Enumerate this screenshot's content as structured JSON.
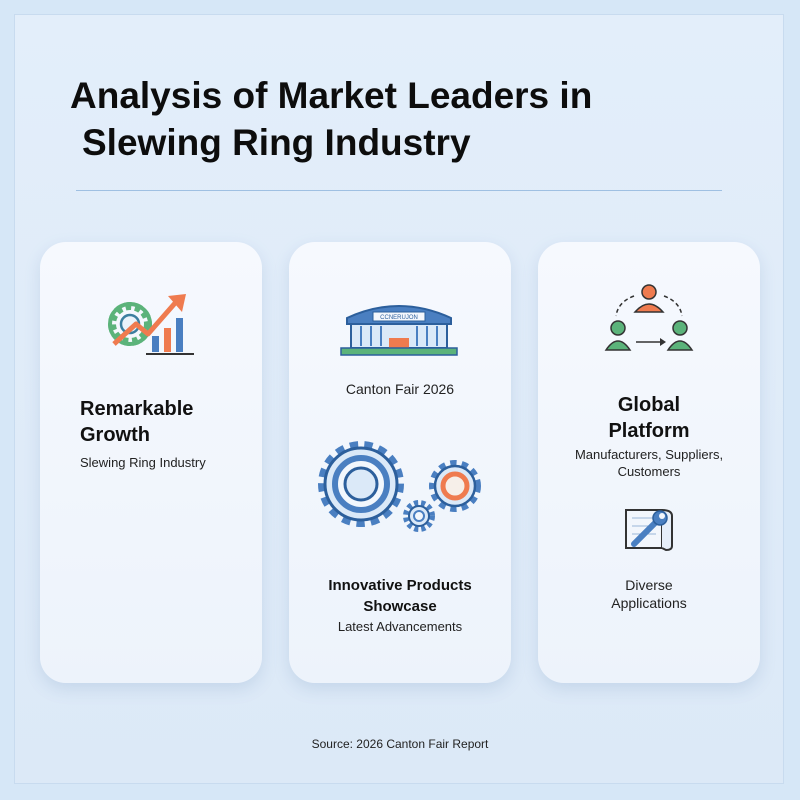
{
  "title": {
    "line1": "Analysis of Market Leaders in",
    "line2": "Slewing Ring Industry"
  },
  "cards": [
    {
      "heading_line1": "Remarkable",
      "heading_line2": "Growth",
      "subtitle": "Slewing Ring Industry",
      "icon": "gear-growth-chart-icon"
    },
    {
      "building_sign": "CCNERUJON",
      "building_label": "Canton Fair 2026",
      "heading_line1": "Innovative Products",
      "heading_line2": "Showcase",
      "subtitle": "Latest Advancements",
      "icons": [
        "convention-center-icon",
        "gears-icon"
      ]
    },
    {
      "heading_line1": "Global",
      "heading_line2": "Platform",
      "subtitle_line1": "Manufacturers, Suppliers,",
      "subtitle_line2": "Customers",
      "apps_line1": "Diverse",
      "apps_line2": "Applications",
      "icons": [
        "network-people-icon",
        "wrench-blueprint-icon"
      ]
    }
  ],
  "source": "Source: 2026 Canton Fair Report",
  "colors": {
    "blue": "#4a7fc1",
    "green": "#5bb37a",
    "orange": "#ef7b4f"
  }
}
